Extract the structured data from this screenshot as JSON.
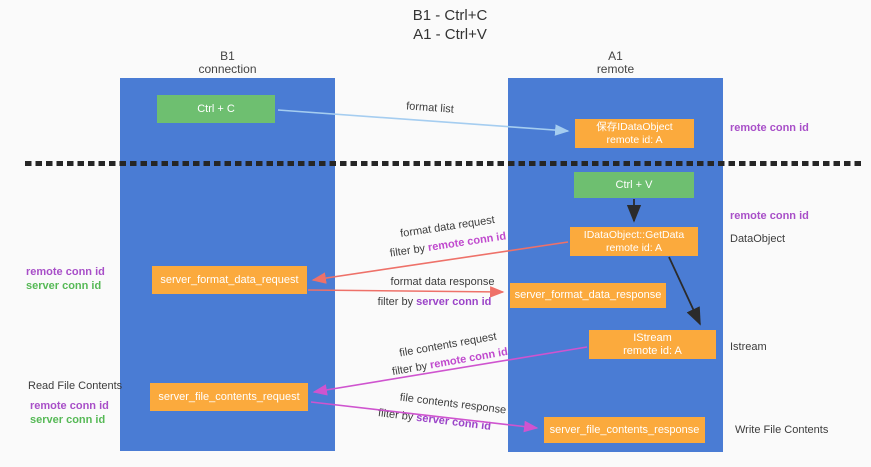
{
  "title": {
    "line1": "B1 - Ctrl+C",
    "line2": "A1 - Ctrl+V"
  },
  "columns": {
    "left": {
      "name": "B1",
      "role": "connection"
    },
    "right": {
      "name": "A1",
      "role": "remote"
    }
  },
  "boxes": {
    "ctrl_c": "Ctrl + C",
    "ctrl_v": "Ctrl + V",
    "save_idataobject": {
      "line1": "保存IDataObject",
      "line2": "remote id: A"
    },
    "getdata": {
      "line1": "IDataObject::GetData",
      "line2": "remote id: A"
    },
    "istream": {
      "line1": "IStream",
      "line2": "remote id: A"
    },
    "server_format_data_request": "server_format_data_request",
    "server_format_data_response": "server_format_data_response",
    "server_file_contents_request": "server_file_contents_request",
    "server_file_contents_response": "server_file_contents_response"
  },
  "flow": {
    "format_list": "format list",
    "format_data_request": "format data request",
    "format_data_response": "format data response",
    "file_contents_request": "file contents request",
    "file_contents_response": "file contents response",
    "filter_by": "filter by ",
    "remote_conn_id": "remote conn id",
    "server_conn_id": "server conn id"
  },
  "side": {
    "remote_conn_id": "remote conn id",
    "server_conn_id": "server conn id",
    "dataobject": "DataObject",
    "istream": "Istream",
    "read_file_contents": "Read File Contents",
    "write_file_contents": "Write File Contents"
  },
  "colors": {
    "column_blue": "#4a7cd4",
    "box_green": "#6ebf70",
    "box_orange": "#fbaa3d",
    "arrow_blue": "#a5cdf0",
    "arrow_salmon": "#ee7169",
    "arrow_magenta": "#cf54cf",
    "arrow_black": "#2b2b2b",
    "purple_text": "#a84fc8",
    "green_text": "#56b956",
    "inline_magenta": "#c04ace",
    "inline_purple": "#9b44c8"
  }
}
